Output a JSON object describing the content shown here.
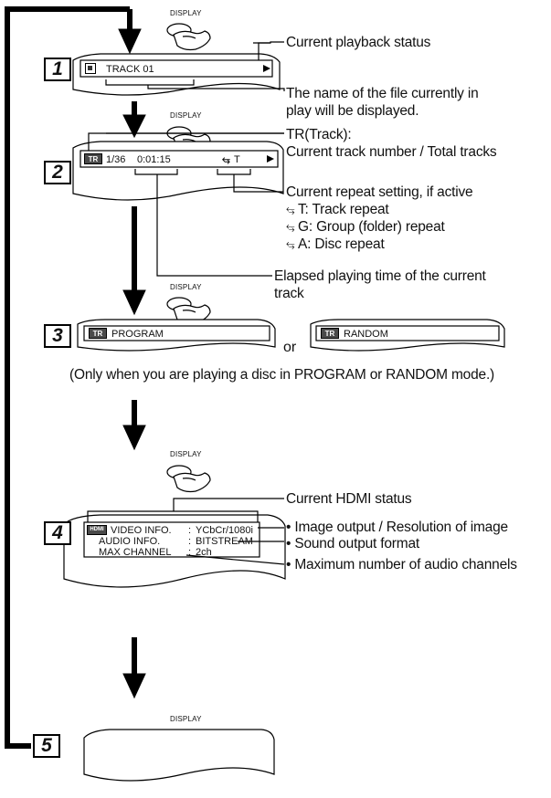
{
  "display_label": "DISPLAY",
  "steps": [
    {
      "number": "1",
      "screen": {
        "title": "TRACK 01"
      }
    },
    {
      "number": "2",
      "screen": {
        "track_count": "1/36",
        "elapsed": "0:01:15",
        "repeat_letter": "T"
      }
    },
    {
      "number": "3",
      "screen": {
        "left_label": "PROGRAM",
        "right_label": "RANDOM"
      },
      "or_text": "or"
    },
    {
      "number": "4",
      "screen": {
        "rows": [
          {
            "name": "VIDEO INFO.",
            "sep": ":",
            "value": "YCbCr/1080i"
          },
          {
            "name": "AUDIO INFO.",
            "sep": ":",
            "value": "BITSTREAM"
          },
          {
            "name": "MAX CHANNEL",
            "sep": ":",
            "value": "2ch"
          }
        ]
      }
    },
    {
      "number": "5"
    }
  ],
  "badges": {
    "tr": "TR",
    "hdmi": "HDMI"
  },
  "annotations": {
    "current_status": "Current playback status",
    "file_name_line1": "The name of the file currently in",
    "file_name_line2": "play will be displayed.",
    "tr_track": "TR(Track):",
    "tr_desc": "Current track number / Total tracks",
    "repeat_title": "Current repeat setting, if active",
    "repeat_t": "T: Track repeat",
    "repeat_g": "G: Group (folder) repeat",
    "repeat_a": "A: Disc repeat",
    "elapsed_line1": "Elapsed playing time of the current",
    "elapsed_line2": "track",
    "mode_note": "(Only when you are playing a disc in PROGRAM or RANDOM mode.)",
    "hdmi_status": "Current HDMI status",
    "image_output": "• Image output / Resolution of image",
    "sound_output": "• Sound output format",
    "max_channels": "• Maximum number of audio channels"
  }
}
